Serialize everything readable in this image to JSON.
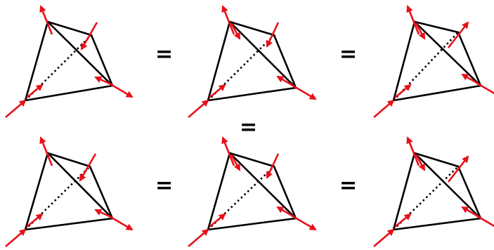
{
  "equals_symbols": [
    "=",
    "=",
    "=",
    "=",
    "="
  ],
  "colors": {
    "edges": "#000000",
    "arrows": "#e8101a",
    "background": "#ffffff"
  },
  "diagrams": [
    {
      "id": "top-1",
      "dotted_edge": "left-to-right",
      "solid_diagonal": "top-to-bottom-right"
    },
    {
      "id": "top-2",
      "dotted_edge": "left-to-right",
      "solid_diagonal": "top-to-bottom-right"
    },
    {
      "id": "top-3",
      "dotted_edge": "left-to-right",
      "solid_diagonal": "top-to-bottom-right"
    },
    {
      "id": "bottom-1",
      "dotted_edge": "left-to-right",
      "solid_diagonal": "top-to-bottom-right"
    },
    {
      "id": "bottom-2",
      "dotted_edge": "left-to-right",
      "solid_diagonal": "top-to-bottom-right"
    },
    {
      "id": "bottom-3",
      "dotted_edge": "left-to-right",
      "solid_diagonal": "top-to-bottom-right"
    }
  ]
}
